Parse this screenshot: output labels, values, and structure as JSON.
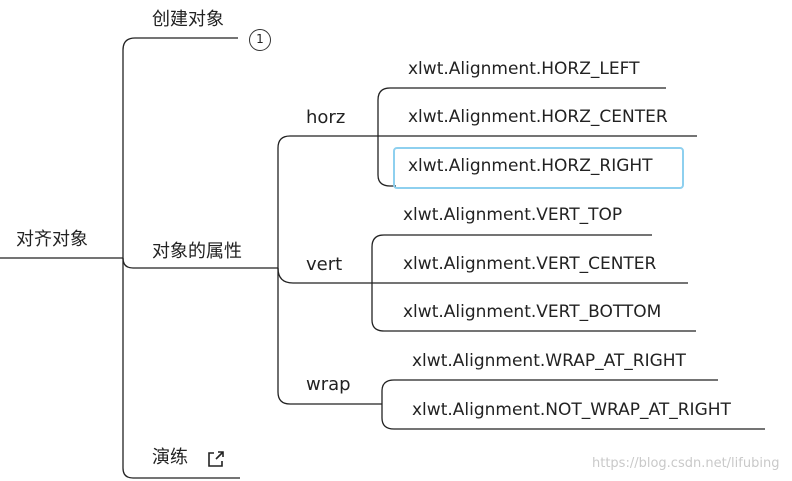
{
  "root": {
    "label": "对齐对象"
  },
  "branches": {
    "create": {
      "label": "创建对象",
      "badge": "1"
    },
    "props": {
      "label": "对象的属性",
      "horz": {
        "label": "horz",
        "items": [
          "xlwt.Alignment.HORZ_LEFT",
          "xlwt.Alignment.HORZ_CENTER",
          "xlwt.Alignment.HORZ_RIGHT"
        ]
      },
      "vert": {
        "label": "vert",
        "items": [
          "xlwt.Alignment.VERT_TOP",
          "xlwt.Alignment.VERT_CENTER",
          "xlwt.Alignment.VERT_BOTTOM"
        ]
      },
      "wrap": {
        "label": "wrap",
        "items": [
          "xlwt.Alignment.WRAP_AT_RIGHT",
          "xlwt.Alignment.NOT_WRAP_AT_RIGHT"
        ]
      }
    },
    "practice": {
      "label": "演练",
      "link_icon": "external-link-icon"
    }
  },
  "watermark": "https://blog.csdn.net/lifubing",
  "colors": {
    "line": "#222222",
    "selection": "#8ed0ef",
    "watermark": "#c9c9c9"
  }
}
